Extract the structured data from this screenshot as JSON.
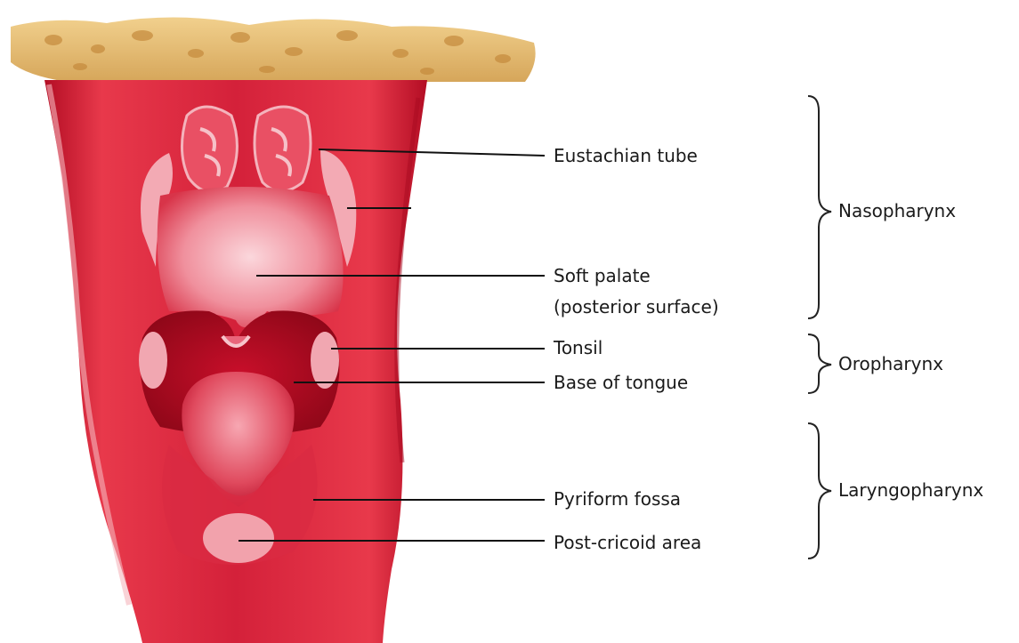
{
  "labels": {
    "eustachian_tube": "Eustachian tube",
    "soft_palate_line1": "Soft palate",
    "soft_palate_line2": "(posterior surface)",
    "tonsil": "Tonsil",
    "base_of_tongue": "Base of tongue",
    "pyriform_fossa": "Pyriform fossa",
    "post_cricoid_area": "Post-cricoid area"
  },
  "regions": {
    "nasopharynx": "Nasopharynx",
    "oropharynx": "Oropharynx",
    "laryngopharynx": "Laryngopharynx"
  },
  "colors": {
    "tissue_dark": "#c8102e",
    "tissue_mid": "#e23a4e",
    "tissue_light": "#f6b7bf",
    "bone": "#e6c07a",
    "bone_pore": "#c98a3a"
  }
}
